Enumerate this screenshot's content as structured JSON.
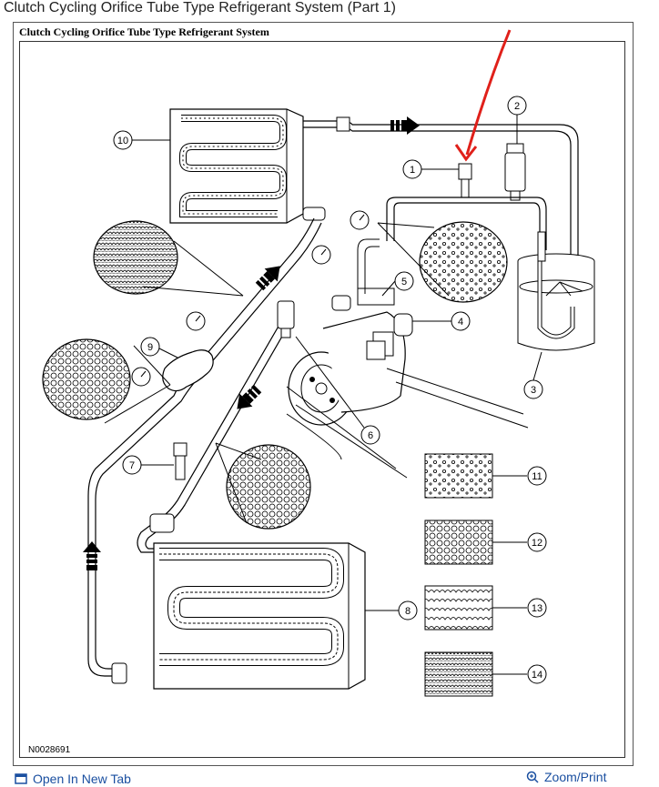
{
  "page": {
    "caption": "Clutch Cycling Orifice Tube Type Refrigerant System (Part 1)"
  },
  "figure": {
    "title": "Clutch Cycling Orifice Tube Type Refrigerant System",
    "code": "N0028691",
    "callouts": [
      "1",
      "2",
      "3",
      "4",
      "5",
      "6",
      "7",
      "8",
      "9",
      "10",
      "11",
      "12",
      "13",
      "14"
    ]
  },
  "links": {
    "open_new_tab": "Open In New Tab",
    "zoom_print": "Zoom/Print"
  },
  "icons": {
    "open_tab": "window-icon",
    "zoom": "zoom-icon"
  },
  "colors": {
    "annotation_arrow": "#e0201a",
    "link": "#1a4fa0"
  }
}
